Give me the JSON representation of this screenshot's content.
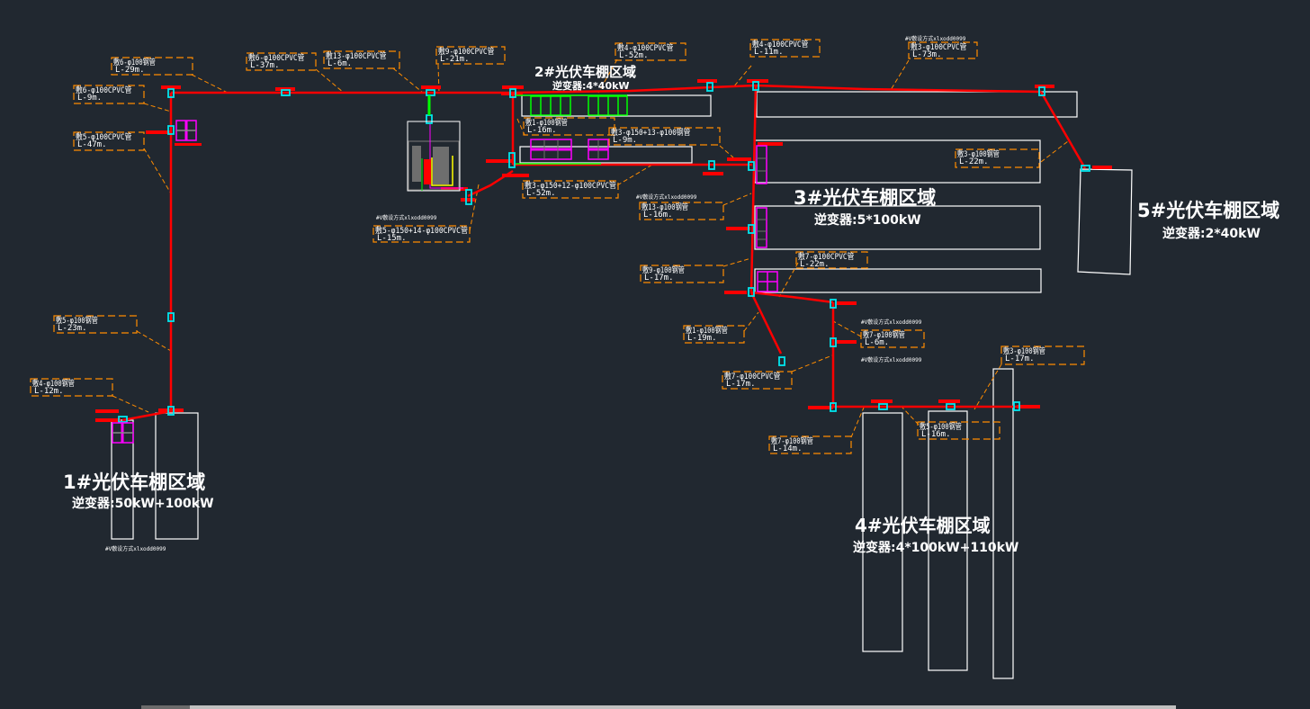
{
  "colors": {
    "background": "#212830",
    "cable": "#ff0000",
    "junction": "#00e5ee",
    "leader": "#ff8c00",
    "outline": "#ffffff",
    "inverter": "#ff00ff",
    "combiner": "#00ff00"
  },
  "zones": [
    {
      "id": "zone-1",
      "title": "1#光伏车棚区域",
      "inverter": "逆变器:50kW+100kW"
    },
    {
      "id": "zone-2",
      "title": "2#光伏车棚区域",
      "inverter": "逆变器:4*40kW"
    },
    {
      "id": "zone-3",
      "title": "3#光伏车棚区域",
      "inverter": "逆变器:5*100kW"
    },
    {
      "id": "zone-4",
      "title": "4#光伏车棚区域",
      "inverter": "逆变器:4*100kW+110kW"
    },
    {
      "id": "zone-5",
      "title": "5#光伏车棚区域",
      "inverter": "逆变器:2*40kW"
    }
  ],
  "cable_labels": [
    {
      "spec": "敷6-φ100钢管",
      "length": "L-29m."
    },
    {
      "spec": "敷6-φ100CPVC管",
      "length": "L-9m."
    },
    {
      "spec": "敷5-φ100CPVC管",
      "length": "L-47m."
    },
    {
      "spec": "敷6-φ100CPVC管",
      "length": "L-37m."
    },
    {
      "spec": "敷13-φ100CPVC管",
      "length": "L-6m."
    },
    {
      "spec": "敷9-φ100CPVC管",
      "length": "L-21m."
    },
    {
      "spec": "敷4-φ100CPVC管",
      "length": "L-52m."
    },
    {
      "spec": "敷4-φ100CPVC管",
      "length": "L-11m."
    },
    {
      "spec": "敷3-φ100CPVC管",
      "length": "L-73m."
    },
    {
      "spec": "敷1-φ100钢管",
      "length": "L-16m."
    },
    {
      "spec": "敷3-φ150+13-φ100钢管",
      "length": "L-9m."
    },
    {
      "spec": "敷3-φ150+12-φ100CPVC管",
      "length": "L-52m."
    },
    {
      "spec": "敷5-φ150+14-φ100CPVC管",
      "length": "L-15m."
    },
    {
      "spec": "敷13-φ100钢管",
      "length": "L-16m."
    },
    {
      "spec": "敷3-φ100钢管",
      "length": "L-22m."
    },
    {
      "spec": "敷9-φ100钢管",
      "length": "L-17m."
    },
    {
      "spec": "敷7-φ100CPVC管",
      "length": "L-22m."
    },
    {
      "spec": "敷1-φ100钢管",
      "length": "L-19m."
    },
    {
      "spec": "敷7-φ100钢管",
      "length": "L-6m."
    },
    {
      "spec": "敷7-φ100CPVC管",
      "length": "L-17m."
    },
    {
      "spec": "敷3-φ100钢管",
      "length": "L-17m."
    },
    {
      "spec": "敷7-φ100钢管",
      "length": "L-14m."
    },
    {
      "spec": "敷5-φ100钢管",
      "length": "L-16m."
    },
    {
      "spec": "敷5-φ100钢管",
      "length": "L-23m."
    },
    {
      "spec": "敷4-φ100钢管",
      "length": "L-12m."
    }
  ],
  "block_tag": "#V敷设方式xlxodd0099"
}
